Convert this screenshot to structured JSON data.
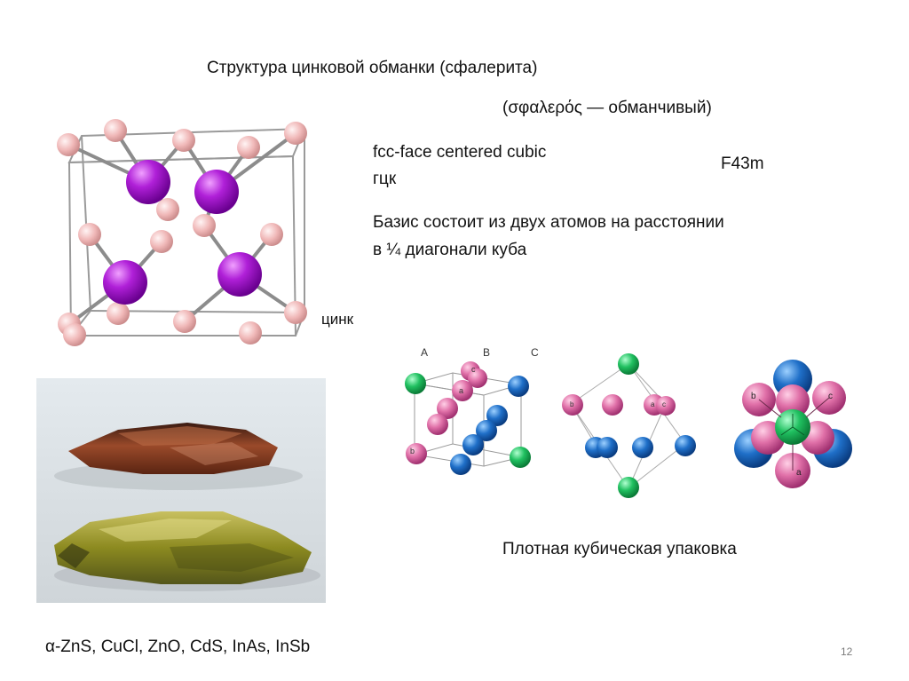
{
  "slide": {
    "title": "Структура цинковой обманки (сфалерита)",
    "etymology": "(σφαλερός — обманчивый)",
    "fcc_line1": "fcc-face centered cubic",
    "fcc_line2": "гцк",
    "space_group": "F43m",
    "basis_line1": "Базис состоит из двух атомов на расстоянии",
    "basis_line2": "в ¼ диагонали куба",
    "zinc_label": "цинк",
    "packing_caption": "Плотная кубическая упаковка",
    "compounds": "α-ZnS, CuCl, ZnO, CdS, InAs, InSb",
    "page_number": "12"
  },
  "packing": {
    "layer_labels": [
      "A",
      "B",
      "C"
    ],
    "atom_labels": [
      "a",
      "b",
      "c"
    ]
  },
  "colors": {
    "zinc_atom": "#a020c8",
    "sulfur_atom": "#f0b8b8",
    "pink_sphere": "#e070a8",
    "blue_sphere": "#1f6fc8",
    "green_sphere": "#20c060",
    "page_number": "#7a7a7a"
  }
}
